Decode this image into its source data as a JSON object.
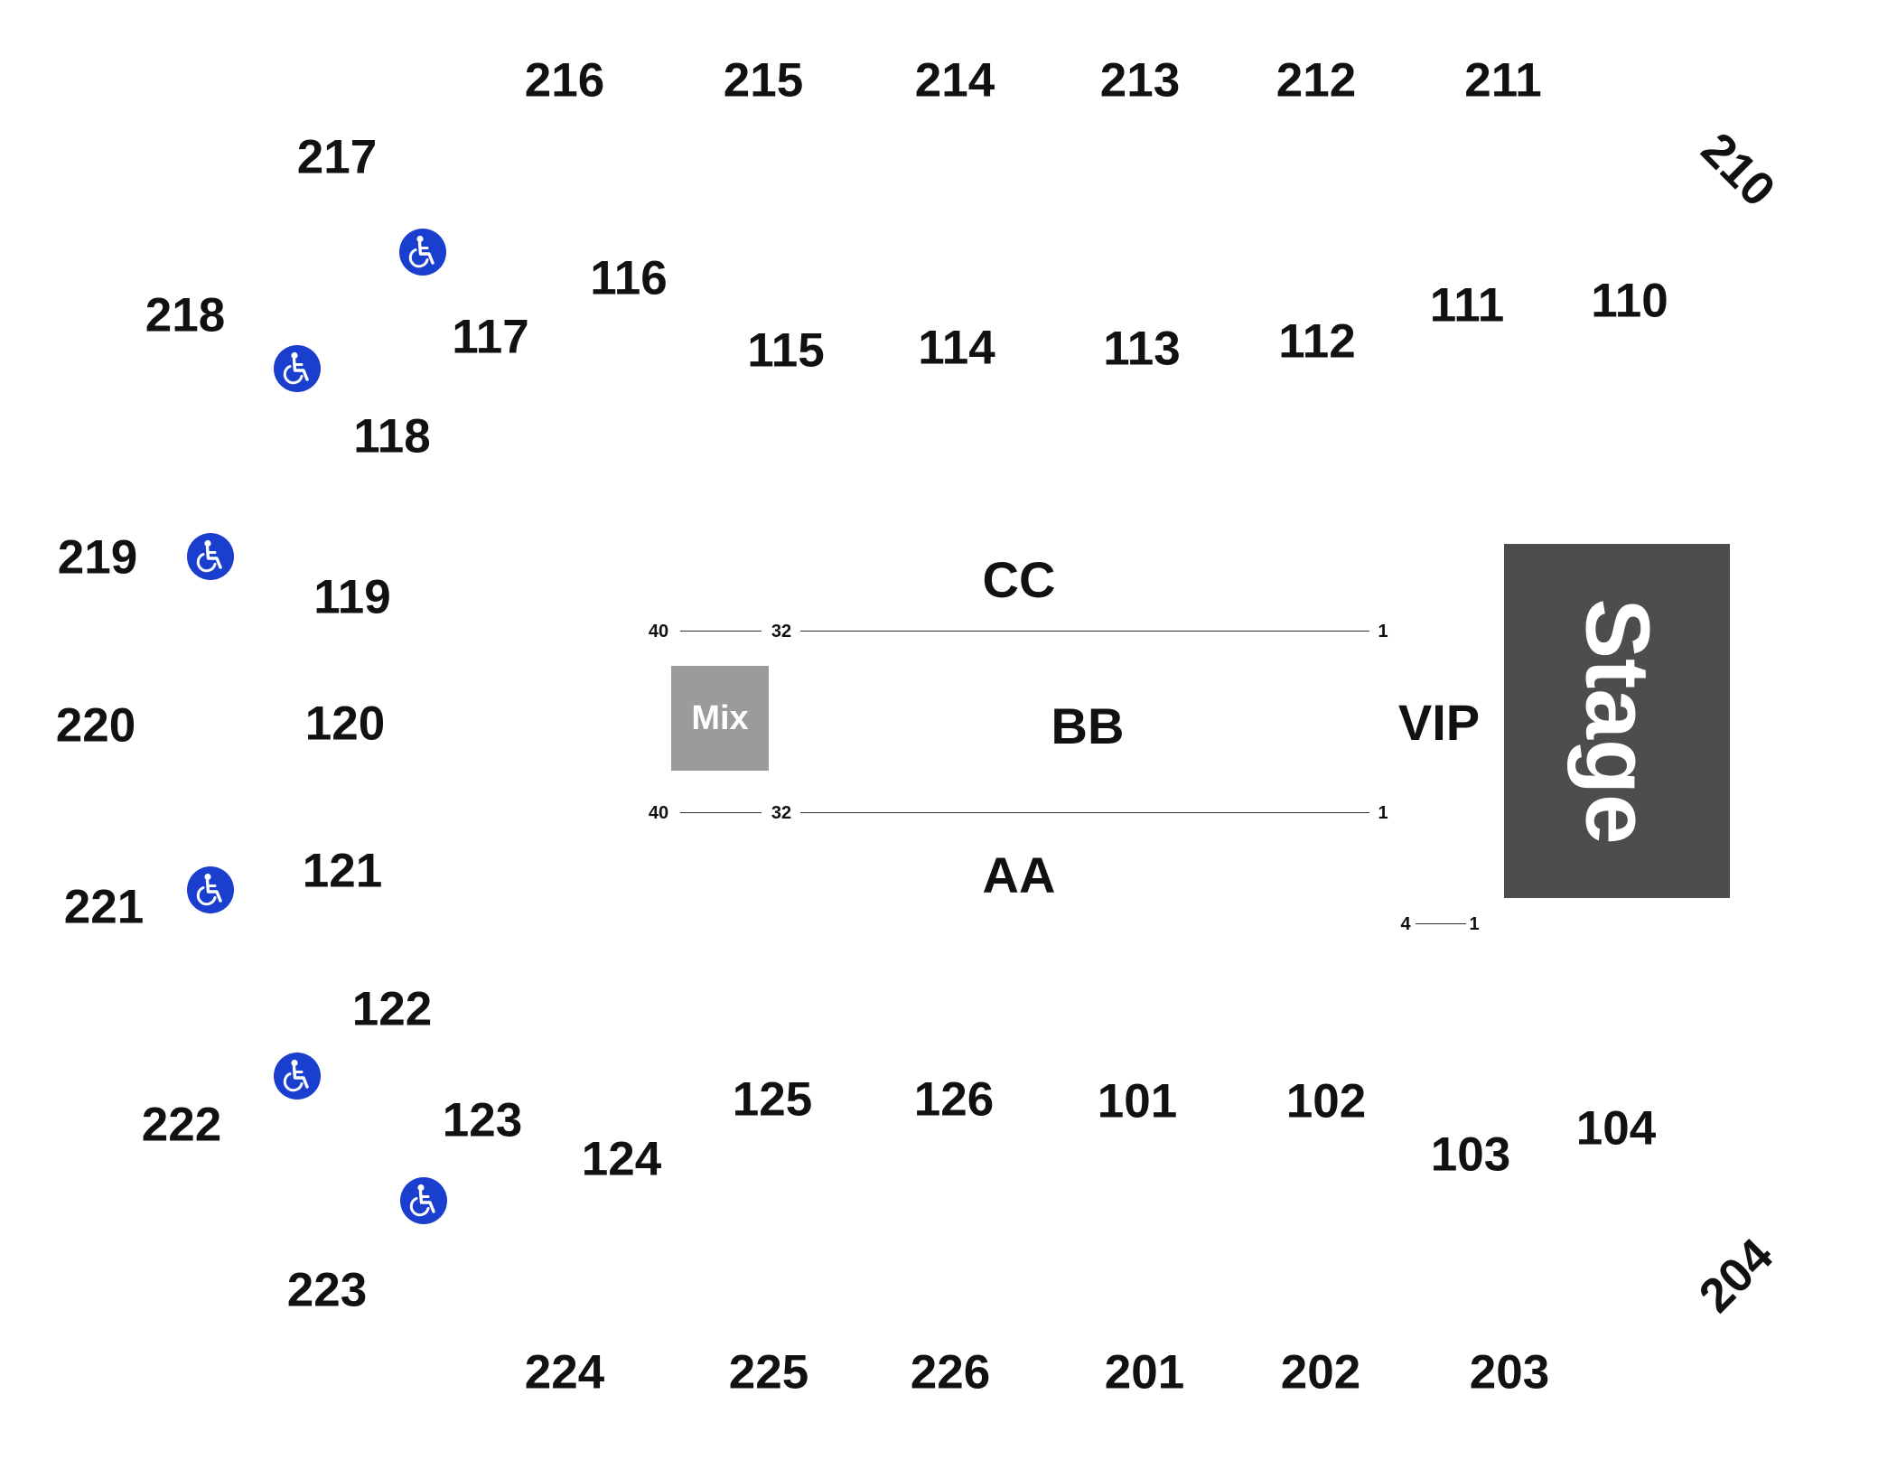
{
  "colors": {
    "text": "#111111",
    "stage": "#4d4d4d",
    "mix": "#9b9b9b",
    "accessible": "#1a3fcf",
    "lines": "#333333"
  },
  "stage": {
    "label": "Stage"
  },
  "mix": {
    "label": "Mix"
  },
  "floor": {
    "cc": "CC",
    "bb": "BB",
    "aa": "AA",
    "vip": "VIP"
  },
  "rows": {
    "cc_start": "40",
    "cc_mid": "32",
    "cc_end": "1",
    "aa_start": "40",
    "aa_mid": "32",
    "aa_end": "1",
    "vip_start": "4",
    "vip_end": "1"
  },
  "upper_sections": [
    "216",
    "215",
    "214",
    "213",
    "212",
    "211",
    "210",
    "217",
    "218",
    "219",
    "220",
    "221",
    "222",
    "223",
    "224",
    "225",
    "226",
    "201",
    "202",
    "203",
    "204"
  ],
  "lower_sections": [
    "116",
    "117",
    "118",
    "119",
    "120",
    "121",
    "122",
    "123",
    "124",
    "125",
    "126",
    "101",
    "102",
    "103",
    "104",
    "115",
    "114",
    "113",
    "112",
    "111",
    "110"
  ],
  "accessible_icon": "wheelchair-icon"
}
